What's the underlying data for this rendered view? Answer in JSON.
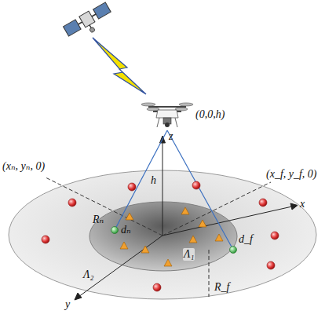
{
  "diagram": {
    "nodes": [
      {
        "text": [
          "Λ₂"
        ]
      },
      {
        "text": [
          "Λ₁"
        ],
        "in": 0
      }
    ],
    "labels": [
      "(0,0,h)",
      "z",
      "h",
      "(xₙ, yₙ, 0)",
      "(x_f, y_f, 0)",
      "x",
      "y",
      "Rₙ",
      "dₙ",
      "d_f",
      "R_f"
    ]
  }
}
